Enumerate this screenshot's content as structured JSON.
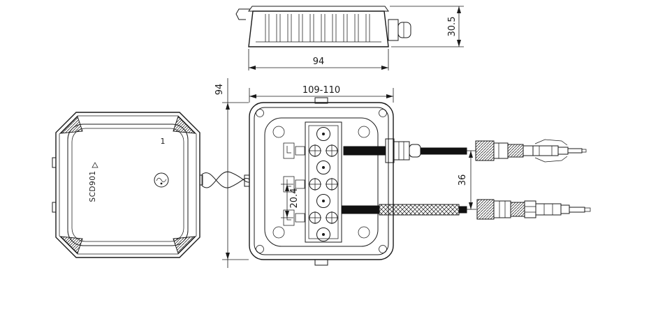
{
  "drawing": {
    "type": "technical-drawing",
    "subject": "solar-junction-box-with-mc4-connectors",
    "colors": {
      "line": "#1a1a1a",
      "background": "#ffffff"
    },
    "dims": {
      "top_width": "94",
      "top_height": "30.5",
      "front_width": "109-110",
      "front_height": "94",
      "terminal_pitch": "20.4",
      "connector_spacing": "36"
    },
    "lid": {
      "model": "SCD901",
      "part_number": "1"
    }
  }
}
